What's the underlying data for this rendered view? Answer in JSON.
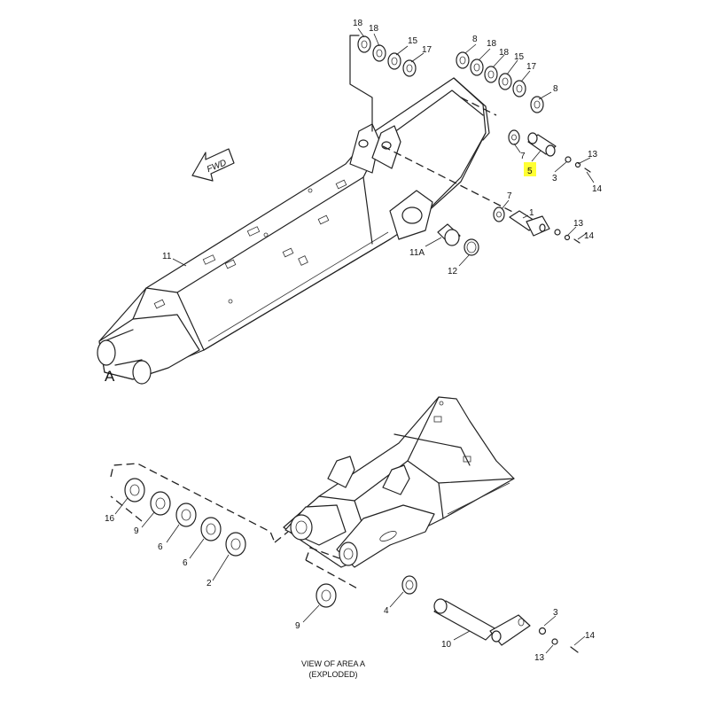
{
  "diagram": {
    "fwd_label": "FWD",
    "area_label": "A",
    "caption_line1": "VIEW OF AREA A",
    "caption_line2": "(EXPLODED)",
    "highlight_color": "#ffff33",
    "callouts_top": {
      "c18a": "18",
      "c18b": "18",
      "c15a": "15",
      "c17a": "17",
      "c8a": "8",
      "c18c": "18",
      "c18d": "18",
      "c15b": "15",
      "c17b": "17",
      "c8b": "8",
      "c7a": "7",
      "c5": "5",
      "c3a": "3",
      "c13a": "13",
      "c14a": "14",
      "c7b": "7",
      "c1": "1",
      "c13b": "13",
      "c14b": "14",
      "c11": "11",
      "c11A": "11A",
      "c12": "12"
    },
    "callouts_bottom": {
      "c16": "16",
      "c9a": "9",
      "c6a": "6",
      "c6b": "6",
      "c2": "2",
      "c9b": "9",
      "c4": "4",
      "c10": "10",
      "c3b": "3",
      "c13c": "13",
      "c14c": "14"
    }
  }
}
